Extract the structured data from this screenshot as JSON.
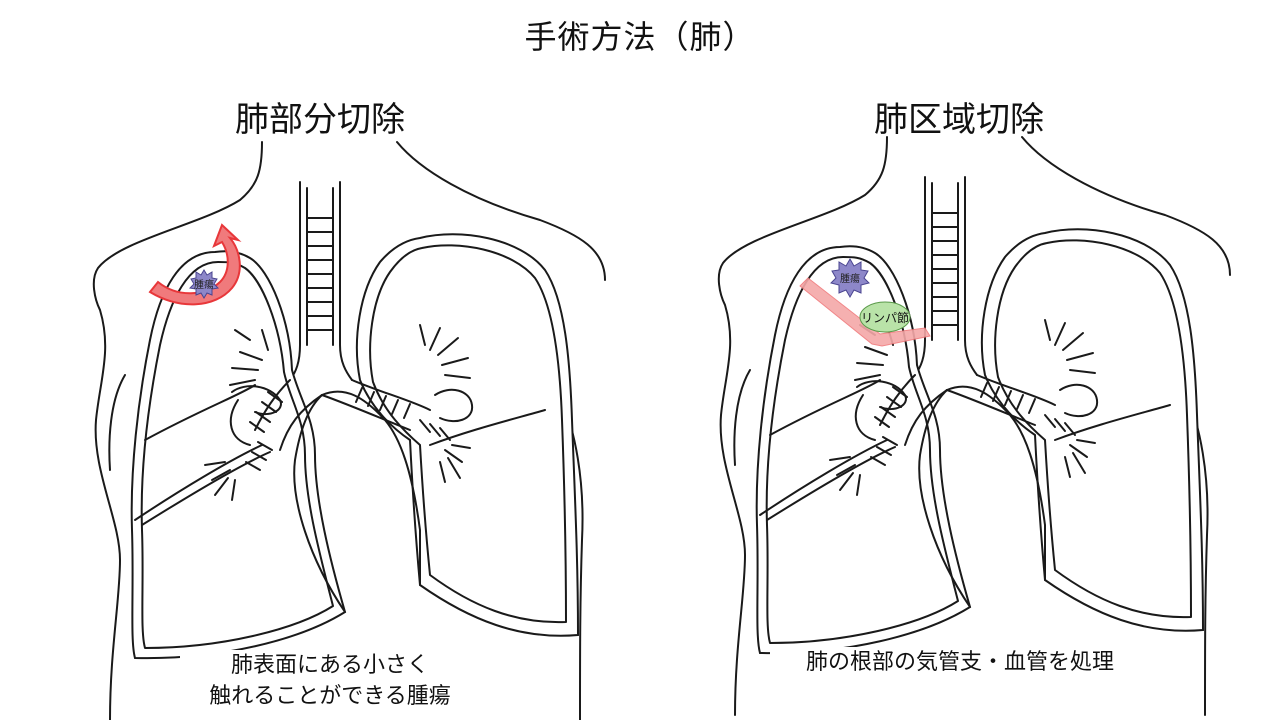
{
  "title": "手術方法（肺）",
  "panels": [
    {
      "heading": "肺部分切除",
      "tumor_label": "腫瘍",
      "caption_lines": [
        "肺表面にある小さく",
        "触れることができる腫瘍"
      ]
    },
    {
      "heading": "肺区域切除",
      "tumor_label": "腫瘍",
      "lymph_label": "リンパ節",
      "caption_lines": [
        "肺の根部の気管支・血管を処理"
      ]
    }
  ],
  "colors": {
    "arrow": "#e8373a",
    "arrow_fill": "#f07a7c",
    "tumor": "#8d87c9",
    "lymph": "#b9e3a8",
    "line": "#1a1a1a"
  },
  "icons": {
    "tumor": "spiky-circle",
    "lymph_node": "ellipse",
    "resection_arrow": "curved-arrow",
    "cut_line": "straight-band"
  }
}
